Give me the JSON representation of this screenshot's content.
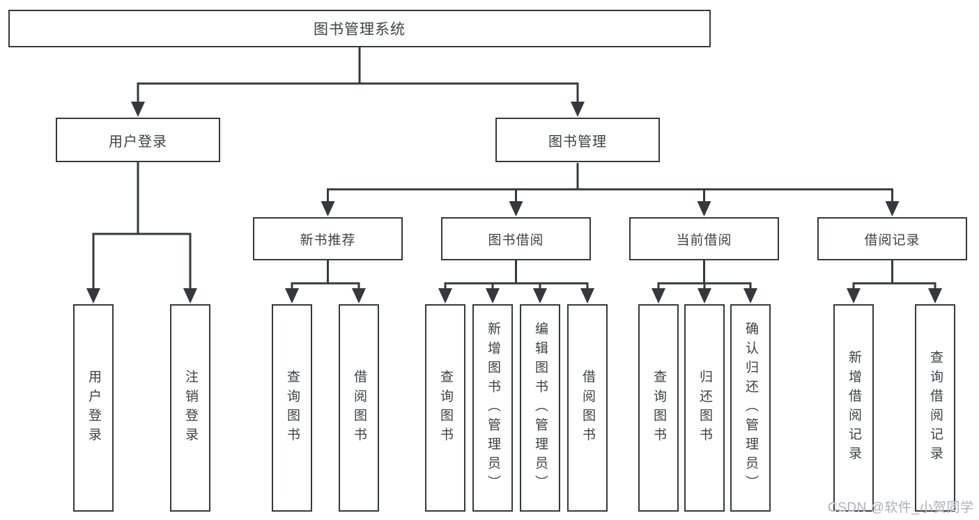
{
  "diagram": {
    "type": "hierarchy-tree",
    "colors": {
      "line": "#35383d",
      "box_border": "#35383d",
      "box_fill": "#ffffff",
      "text": "#3d4045",
      "background": "#ffffff",
      "watermark_text_color": "#aab0ba"
    }
  },
  "tree": {
    "label": "图书管理系统",
    "children": [
      {
        "label": "用户登录",
        "children": [
          {
            "label": "用户登录"
          },
          {
            "label": "注销登录"
          }
        ]
      },
      {
        "label": "图书管理",
        "children": [
          {
            "label": "新书推荐",
            "children": [
              {
                "label": "查询图书"
              },
              {
                "label": "借阅图书"
              }
            ]
          },
          {
            "label": "图书借阅",
            "children": [
              {
                "label": "查询图书"
              },
              {
                "label": "新增图书（管理员）"
              },
              {
                "label": "编辑图书（管理员）"
              },
              {
                "label": "借阅图书"
              }
            ]
          },
          {
            "label": "当前借阅",
            "children": [
              {
                "label": "查询图书"
              },
              {
                "label": "归还图书"
              },
              {
                "label": "确认归还（管理员）"
              }
            ]
          },
          {
            "label": "借阅记录",
            "children": [
              {
                "label": "新增借阅记录"
              },
              {
                "label": "查询借阅记录"
              }
            ]
          }
        ]
      }
    ]
  },
  "watermark": {
    "text": "CSDN @软件_小贺同学"
  }
}
